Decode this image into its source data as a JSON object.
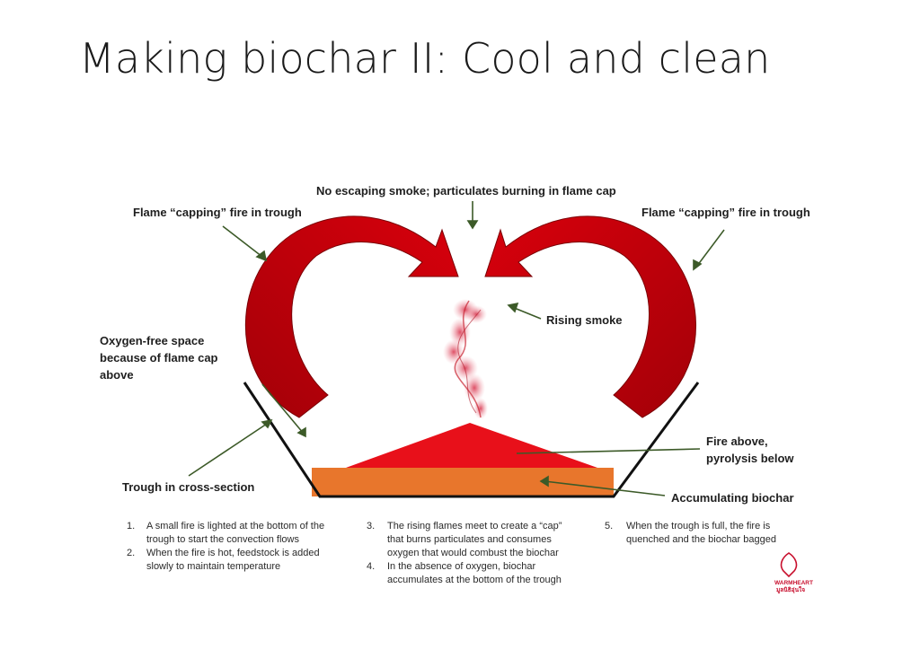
{
  "slide": {
    "title": "Making biochar II: Cool and clean"
  },
  "diagram": {
    "labels": {
      "no_smoke": "No escaping smoke; particulates burning in flame cap",
      "flame_left": "Flame “capping” fire in trough",
      "flame_right": "Flame “capping” fire in trough",
      "rising_smoke": "Rising smoke",
      "oxygen_free_1": "Oxygen-free space",
      "oxygen_free_2": "because of flame cap",
      "oxygen_free_3": "above",
      "fire_above_1": "Fire above,",
      "fire_above_2": "pyrolysis below",
      "trough": "Trough in cross-section",
      "biochar": "Accumulating biochar"
    },
    "steps": {
      "s1_num": "1.",
      "s1_l1": "A small fire is lighted at the bottom of the",
      "s1_l2": "trough to start the convection flows",
      "s2_num": "2.",
      "s2_l1": "When the fire is hot, feedstock is added",
      "s2_l2": "slowly to maintain temperature",
      "s3_num": "3.",
      "s3_l1": "The rising flames meet to create a “cap”",
      "s3_l2": "that burns particulates and consumes",
      "s3_l3": "oxygen that would combust the biochar",
      "s4_num": "4.",
      "s4_l1": "In the absence of oxygen, biochar",
      "s4_l2": "accumulates at the bottom of the trough",
      "s5_num": "5.",
      "s5_l1": "When the trough is full, the fire is",
      "s5_l2": "quenched and the biochar bagged"
    },
    "logo": {
      "name": "WARMHEART",
      "subtitle": "มูลนิธิอุ่นใจ"
    },
    "colors": {
      "arrow_red": "#c8000a",
      "flame_red": "#e8101a",
      "biochar_orange": "#e8762c",
      "smoke": "#d84a5a",
      "pointer_green": "#3c5a28",
      "trough_line": "#111111"
    }
  }
}
